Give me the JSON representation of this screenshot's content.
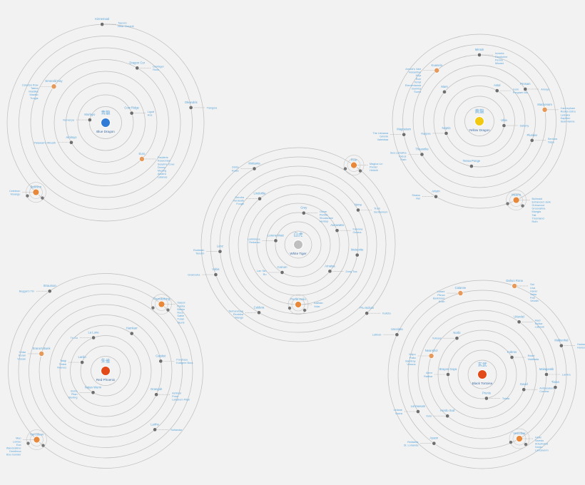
{
  "systems": [
    {
      "id": "blue-dragon",
      "title_cn": "青龍",
      "title_en": "Blue Dragon",
      "center_color": "#2f7bd6",
      "rings": 8,
      "planets": [
        {
          "name": "Kinnemaal",
          "ring": 8,
          "angle": -92,
          "kind": "moon",
          "labels": [
            "Taurein",
            "Near Cheanit"
          ]
        },
        {
          "name": "Dragon Cor",
          "ring": 5,
          "angle": -60,
          "kind": "moon",
          "labels": [
            "Denfager",
            "Rock"
          ]
        },
        {
          "name": "Cow Ridge",
          "ring": 2,
          "angle": -20,
          "kind": "moon",
          "labels": [
            "Ligott",
            "Hos"
          ]
        },
        {
          "name": "Emerald Kay",
          "ring": 5,
          "angle": -145,
          "kind": "gas",
          "labels": [
            "Celadon Row",
            "Tatera",
            "Mastika",
            "Maziko",
            "Tungis"
          ]
        },
        {
          "name": "Morlayo",
          "ring": 1,
          "angle": -170,
          "kind": "moon",
          "labels": [
            "Nurverpa"
          ]
        },
        {
          "name": "Oleandris",
          "ring": 7,
          "angle": -10,
          "kind": "moon",
          "labels": [
            "Tlanguia"
          ]
        },
        {
          "name": "Amitoyo",
          "ring": 3,
          "angle": 150,
          "kind": "moon",
          "labels": [
            "Palawan's Wreath"
          ]
        },
        {
          "name": "Euro",
          "ring": 4,
          "angle": 45,
          "kind": "gas",
          "labels": [
            "Fadderis",
            "Keavonian",
            "Seazine Cove",
            "Denny",
            "Muzing",
            "Alcatra",
            "Latanas"
          ]
        },
        {
          "name": "Bunninn",
          "ring": 8,
          "angle": 135,
          "kind": "ringed",
          "labels": [
            "Celebron",
            "Moangu"
          ]
        }
      ]
    },
    {
      "id": "yellow-dragon",
      "title_cn": "黄龍",
      "title_en": "Yellow Dragon",
      "center_color": "#f2c912",
      "rings": 8,
      "planets": [
        {
          "name": "Kuanelo",
          "ring": 6,
          "angle": -130,
          "kind": "gas",
          "labels": [
            "Arnold's Vale",
            "Vulsantine",
            "Kirja",
            "Burr",
            "Kirrat",
            "Elementanda",
            "Gamma",
            "Surrix"
          ]
        },
        {
          "name": "Mintok",
          "ring": 6,
          "angle": -90,
          "kind": "moon",
          "labels": [
            "Inventa",
            "Pandurine",
            "Pernio",
            "Misrani"
          ]
        },
        {
          "name": "Astal",
          "ring": 3,
          "angle": -60,
          "kind": "moon",
          "labels": [
            "Gorn",
            "Porgram Ma"
          ]
        },
        {
          "name": "Mars",
          "ring": 4,
          "angle": -140,
          "kind": "moon",
          "labels": []
        },
        {
          "name": "Prosam",
          "ring": 5,
          "angle": -35,
          "kind": "moon",
          "labels": [
            "Arnaya"
          ]
        },
        {
          "name": "Mackenam",
          "ring": 6,
          "angle": -10,
          "kind": "gas",
          "labels": [
            "Cannepham",
            "Rooka Ustra",
            "Leleaka",
            "Kapilton",
            "Seal Hanna"
          ]
        },
        {
          "name": "Ubia",
          "ring": 2,
          "angle": 10,
          "kind": "moon",
          "labels": [
            "Sabohy"
          ]
        },
        {
          "name": "Magnetam",
          "ring": 7,
          "angle": 170,
          "kind": "moon",
          "labels": [
            "The Ushama",
            "Grinnik",
            "Valesbaa"
          ]
        },
        {
          "name": "Neptis",
          "ring": 3,
          "angle": 160,
          "kind": "moon",
          "labels": [
            "Nappaa"
          ]
        },
        {
          "name": "Pluridar",
          "ring": 5,
          "angle": 20,
          "kind": "moon",
          "labels": [
            "Sentara",
            "Tatyo"
          ]
        },
        {
          "name": "Theanrike",
          "ring": 6,
          "angle": 150,
          "kind": "moon",
          "labels": [
            "Sea Lamatha",
            "Tolcus",
            "Parb"
          ]
        },
        {
          "name": "Tensa Ponge",
          "ring": 4,
          "angle": 100,
          "kind": "moon",
          "labels": []
        },
        {
          "name": "Arturn",
          "ring": 8,
          "angle": 120,
          "kind": "moon",
          "labels": [
            "Shalus",
            "Rel"
          ]
        },
        {
          "name": "Mearlo",
          "ring": 8,
          "angle": 65,
          "kind": "ringed",
          "labels": [
            "Bullmaid",
            "Enhanced Jank",
            "Grimwood",
            "Groovahna",
            "Mangta",
            "Talt",
            "Thornland",
            "Ruth"
          ]
        }
      ]
    },
    {
      "id": "white-tiger",
      "title_cn": "白虎",
      "title_en": "White Tiger",
      "center_color": "#bfbfbf",
      "rings": 10,
      "planets": [
        {
          "name": "Mottanta",
          "ring": 9,
          "angle": -120,
          "kind": "moon",
          "labels": [
            "Zelda",
            "Koala"
          ]
        },
        {
          "name": "Pear",
          "ring": 10,
          "angle": -55,
          "kind": "ringed",
          "labels": [
            "Magica Lin",
            "Pantel",
            "Helloth"
          ]
        },
        {
          "name": "Gray",
          "ring": 3,
          "angle": -80,
          "kind": "moon",
          "labels": [
            "Ochre",
            "Pebble",
            "Shodavane",
            "Hurdup"
          ]
        },
        {
          "name": "Lindorlite",
          "ring": 6,
          "angle": -130,
          "kind": "moon",
          "labels": [
            "Dendra",
            "Verdeath",
            "Fouge"
          ]
        },
        {
          "name": "Nima",
          "ring": 7,
          "angle": -30,
          "kind": "moon",
          "labels": [
            "Trunt",
            "Sentrenium"
          ]
        },
        {
          "name": "Autowatta",
          "ring": 4,
          "angle": -20,
          "kind": "moon",
          "labels": [
            "Falenna",
            "Ochina"
          ]
        },
        {
          "name": "Lorena Maiz",
          "ring": 2,
          "angle": -170,
          "kind": "moon",
          "labels": [
            "Lurkimena",
            "Redanso"
          ]
        },
        {
          "name": "Lenz",
          "ring": 8,
          "angle": 175,
          "kind": "moon",
          "labels": [
            "Roebeah",
            "Tenutin"
          ]
        },
        {
          "name": "Meteorite",
          "ring": 6,
          "angle": 10,
          "kind": "moon",
          "labels": []
        },
        {
          "name": "Carrum",
          "ring": 3,
          "angle": 120,
          "kind": "moon",
          "labels": [
            "Lan Tan",
            "Ru"
          ]
        },
        {
          "name": "Vobis",
          "ring": 9,
          "angle": 160,
          "kind": "moon",
          "labels": [
            "Gvancuha"
          ]
        },
        {
          "name": "Arnatsa",
          "ring": 4,
          "angle": 40,
          "kind": "moon",
          "labels": [
            "Zong Tua"
          ]
        },
        {
          "name": "Perlia Helio",
          "ring": 6,
          "angle": 90,
          "kind": "ringed",
          "labels": [
            "Kalbian",
            "Volar"
          ]
        },
        {
          "name": "Caldera",
          "ring": 8,
          "angle": 120,
          "kind": "moon",
          "labels": [
            "Tanhanduua",
            "Rentrika",
            "Mango"
          ]
        },
        {
          "name": "Pru Ischan",
          "ring": 10,
          "angle": 45,
          "kind": "moon",
          "labels": [
            "Kelicta"
          ]
        }
      ]
    },
    {
      "id": "red-phoenix",
      "title_cn": "朱雀",
      "title_en": "Red Phoenix",
      "center_color": "#e24a1a",
      "rings": 9,
      "planets": [
        {
          "name": "Strauman",
          "ring": 9,
          "angle": -125,
          "kind": "moon",
          "labels": [
            "Beggar's Tin"
          ]
        },
        {
          "name": "Thunderbing",
          "ring": 8,
          "angle": -50,
          "kind": "ringed",
          "labels": [
            "Sarpor",
            "Pasha",
            "Bierke",
            "Rucu",
            "Sable",
            "Turan",
            "Tauris"
          ]
        },
        {
          "name": "La Lune",
          "ring": 3,
          "angle": -110,
          "kind": "moon",
          "labels": [
            "Tri Go"
          ]
        },
        {
          "name": "Hamkarr",
          "ring": 4,
          "angle": -55,
          "kind": "moon",
          "labels": []
        },
        {
          "name": "Erana's Bunk",
          "ring": 6,
          "angle": -165,
          "kind": "gas",
          "labels": [
            "Ontar",
            "Kuran",
            "Vrusan"
          ]
        },
        {
          "name": "Lanilo",
          "ring": 2,
          "angle": 200,
          "kind": "moon",
          "labels": [
            "Tadgi",
            "Tinteb",
            "Reeves"
          ]
        },
        {
          "name": "Catsket",
          "ring": 5,
          "angle": -10,
          "kind": "moon",
          "labels": [
            "Purchase",
            "Kotigere Bora"
          ]
        },
        {
          "name": "Natan Wurm",
          "ring": 2,
          "angle": 120,
          "kind": "moon",
          "labels": [
            "Borra",
            "Pitan",
            "Sterling"
          ]
        },
        {
          "name": "Grangah",
          "ring": 5,
          "angle": 25,
          "kind": "moon",
          "labels": [
            "Ashinat",
            "Potor",
            "Leilarium Pitan"
          ]
        },
        {
          "name": "Leirhe",
          "ring": 7,
          "angle": 50,
          "kind": "moon",
          "labels": [
            "Sahandar"
          ]
        },
        {
          "name": "Herculean",
          "ring": 9,
          "angle": 135,
          "kind": "ringed",
          "labels": [
            "Mao",
            "Lumao",
            "Eza",
            "Wandoskine",
            "Dreelinna",
            "Bou Gonder"
          ]
        }
      ]
    },
    {
      "id": "black-tortoise",
      "title_cn": "玄武",
      "title_en": "Black Tortoise",
      "center_color": "#e24a1a",
      "rings": 9,
      "planets": [
        {
          "name": "Calanne",
          "ring": 8,
          "angle": -105,
          "kind": "gas",
          "labels": [
            "Lorant",
            "Piluva",
            "Barkmore",
            "Kosh"
          ]
        },
        {
          "name": "Dahuo Rona",
          "ring": 9,
          "angle": -70,
          "kind": "gas",
          "labels": [
            "Sal",
            "Lisa",
            "Haver",
            "Saba",
            "Kap",
            "Vexath"
          ]
        },
        {
          "name": "Uscolara",
          "ring": 9,
          "angle": -155,
          "kind": "moon",
          "labels": [
            "Lattnob"
          ]
        },
        {
          "name": "Norbi",
          "ring": 4,
          "angle": -125,
          "kind": "moon",
          "labels": [
            "Tellosai"
          ]
        },
        {
          "name": "Utterdel",
          "ring": 6,
          "angle": -55,
          "kind": "moon",
          "labels": [
            "Hael",
            "Soldar",
            "Latsook"
          ]
        },
        {
          "name": "Malkenhal",
          "ring": 8,
          "angle": -20,
          "kind": "moon",
          "labels": [
            "Hadras",
            "Hanso"
          ]
        },
        {
          "name": "Neanshol",
          "ring": 5,
          "angle": -160,
          "kind": "gas",
          "labels": [
            "Vulpu",
            "Palta",
            "Bandray",
            "Vessos"
          ]
        },
        {
          "name": "Kobros",
          "ring": 3,
          "angle": -30,
          "kind": "moon",
          "labels": [
            "Rolari",
            "Viddilada"
          ]
        },
        {
          "name": "Malagantik",
          "ring": 6,
          "angle": 0,
          "kind": "moon",
          "labels": [
            "Lamira"
          ]
        },
        {
          "name": "Gavid",
          "ring": 4,
          "angle": 20,
          "kind": "moon",
          "labels": [
            "Ambasalurad",
            "Cordow"
          ]
        },
        {
          "name": "Tixian",
          "ring": 7,
          "angle": 10,
          "kind": "moon",
          "labels": []
        },
        {
          "name": "Brayan Gaya",
          "ring": 3,
          "angle": 180,
          "kind": "moon",
          "labels": [
            "Alenr",
            "Radisa"
          ]
        },
        {
          "name": "Prunis",
          "ring": 2,
          "angle": 80,
          "kind": "moon",
          "labels": [
            "Tolafa"
          ]
        },
        {
          "name": "Hordo Sud",
          "ring": 5,
          "angle": 130,
          "kind": "moon",
          "labels": [
            "Kulo"
          ]
        },
        {
          "name": "Lonmasam",
          "ring": 7,
          "angle": 150,
          "kind": "moon",
          "labels": [
            "Leilane",
            "Sacra"
          ]
        },
        {
          "name": "Ayaon",
          "ring": 8,
          "angle": 125,
          "kind": "moon",
          "labels": [
            "Reldanta",
            "St. Lorianda"
          ]
        },
        {
          "name": "Vescobar",
          "ring": 7,
          "angle": 60,
          "kind": "ringed",
          "labels": [
            "Haiki",
            "Saredo",
            "Arburtwind",
            "Nurdo",
            "Lancavenn"
          ]
        }
      ]
    }
  ]
}
